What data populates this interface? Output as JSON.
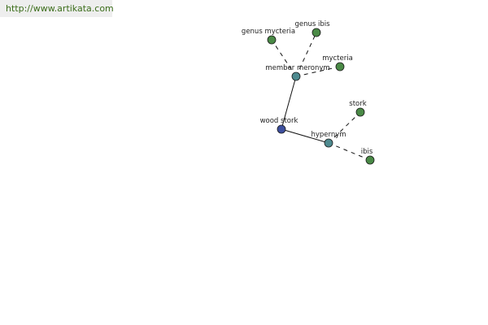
{
  "site_url": "http://www.artikata.com",
  "nodes": [
    {
      "id": "wood-stork",
      "label": "wood stork",
      "kind": "root",
      "color": "#3d4f9e"
    },
    {
      "id": "member-meronym",
      "label": "member meronym",
      "kind": "relation",
      "color": "#4e8a8f"
    },
    {
      "id": "hypernym",
      "label": "hypernym",
      "kind": "relation",
      "color": "#4e8a8f"
    },
    {
      "id": "genus-mycteria",
      "label": "genus mycteria",
      "kind": "leaf",
      "color": "#4a8a46"
    },
    {
      "id": "genus-ibis",
      "label": "genus ibis",
      "kind": "leaf",
      "color": "#4a8a46"
    },
    {
      "id": "mycteria",
      "label": "mycteria",
      "kind": "leaf",
      "color": "#4a8a46"
    },
    {
      "id": "stork",
      "label": "stork",
      "kind": "leaf",
      "color": "#4a8a46"
    },
    {
      "id": "ibis",
      "label": "ibis",
      "kind": "leaf",
      "color": "#4a8a46"
    }
  ],
  "edges": [
    {
      "from": "wood-stork",
      "to": "member-meronym",
      "style": "solid"
    },
    {
      "from": "wood-stork",
      "to": "hypernym",
      "style": "solid"
    },
    {
      "from": "member-meronym",
      "to": "genus-mycteria",
      "style": "dashed"
    },
    {
      "from": "member-meronym",
      "to": "genus-ibis",
      "style": "dashed"
    },
    {
      "from": "member-meronym",
      "to": "mycteria",
      "style": "dashed"
    },
    {
      "from": "hypernym",
      "to": "stork",
      "style": "dashed"
    },
    {
      "from": "hypernym",
      "to": "ibis",
      "style": "dashed"
    }
  ]
}
